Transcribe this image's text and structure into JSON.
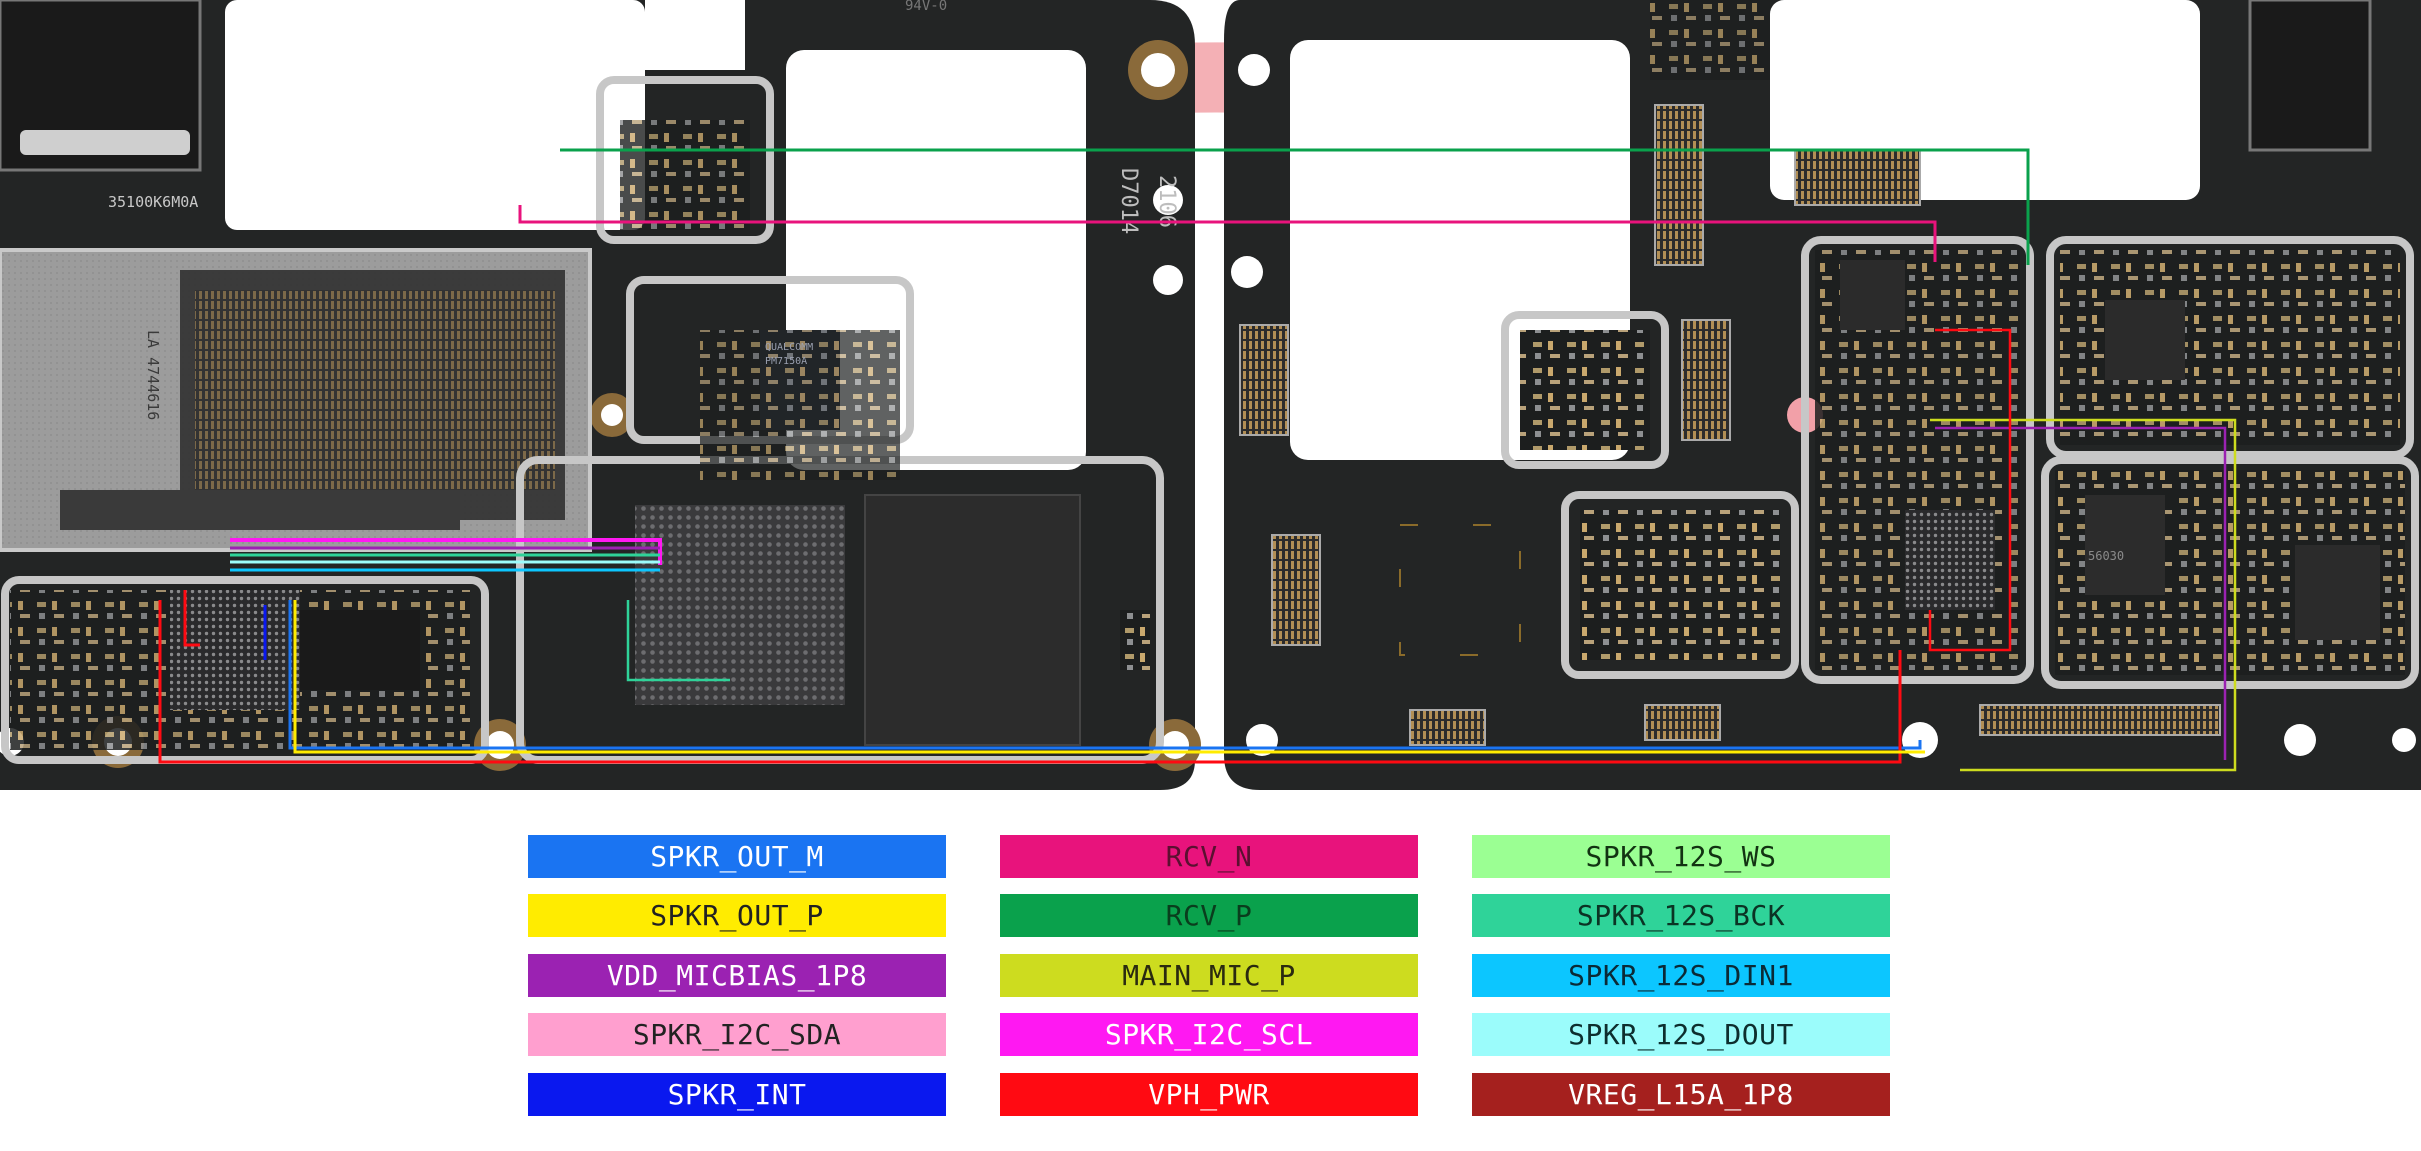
{
  "board_markings": {
    "left_board_code": "35100K6M0A",
    "vertical_code_1": "2106",
    "vertical_code_2": "D7014",
    "left_chip_label": "QUALCOMM",
    "left_chip_model": "PM7150A",
    "sim_tray_text": "LA 4744616",
    "right_chip_code": "56030",
    "board_top_text": "94V-0"
  },
  "legend": {
    "columns": [
      [
        {
          "label": "SPKR_OUT_M",
          "bg": "#1a74f2",
          "fg": "#ffffff"
        },
        {
          "label": "SPKR_OUT_P",
          "bg": "#ffec00",
          "fg": "#222222"
        },
        {
          "label": "VDD_MICBIAS_1P8",
          "bg": "#9b22b2",
          "fg": "#ffffff"
        },
        {
          "label": "SPKR_I2C_SDA",
          "bg": "#ff9fcf",
          "fg": "#222222"
        },
        {
          "label": "SPKR_INT",
          "bg": "#0a18ef",
          "fg": "#ffffff"
        }
      ],
      [
        {
          "label": "RCV_N",
          "bg": "#e8137c",
          "fg": "#5a1030"
        },
        {
          "label": "RCV_P",
          "bg": "#0aa14c",
          "fg": "#0a3d1d"
        },
        {
          "label": "MAIN_MIC_P",
          "bg": "#cddc1f",
          "fg": "#2a2a10"
        },
        {
          "label": "SPKR_I2C_SCL",
          "bg": "#ff18f2",
          "fg": "#ffffff"
        },
        {
          "label": "VPH_PWR",
          "bg": "#ff0a12",
          "fg": "#ffffff"
        }
      ],
      [
        {
          "label": "SPKR_12S_WS",
          "bg": "#9bff93",
          "fg": "#123312"
        },
        {
          "label": "SPKR_12S_BCK",
          "bg": "#2fd399",
          "fg": "#0b3324"
        },
        {
          "label": "SPKR_12S_DIN1",
          "bg": "#0cc6ff",
          "fg": "#0b2a36"
        },
        {
          "label": "SPKR_12S_DOUT",
          "bg": "#9bfcfb",
          "fg": "#0d2e2e"
        },
        {
          "label": "VREG_L15A_1P8",
          "bg": "#a5201e",
          "fg": "#ffffff"
        }
      ]
    ]
  }
}
